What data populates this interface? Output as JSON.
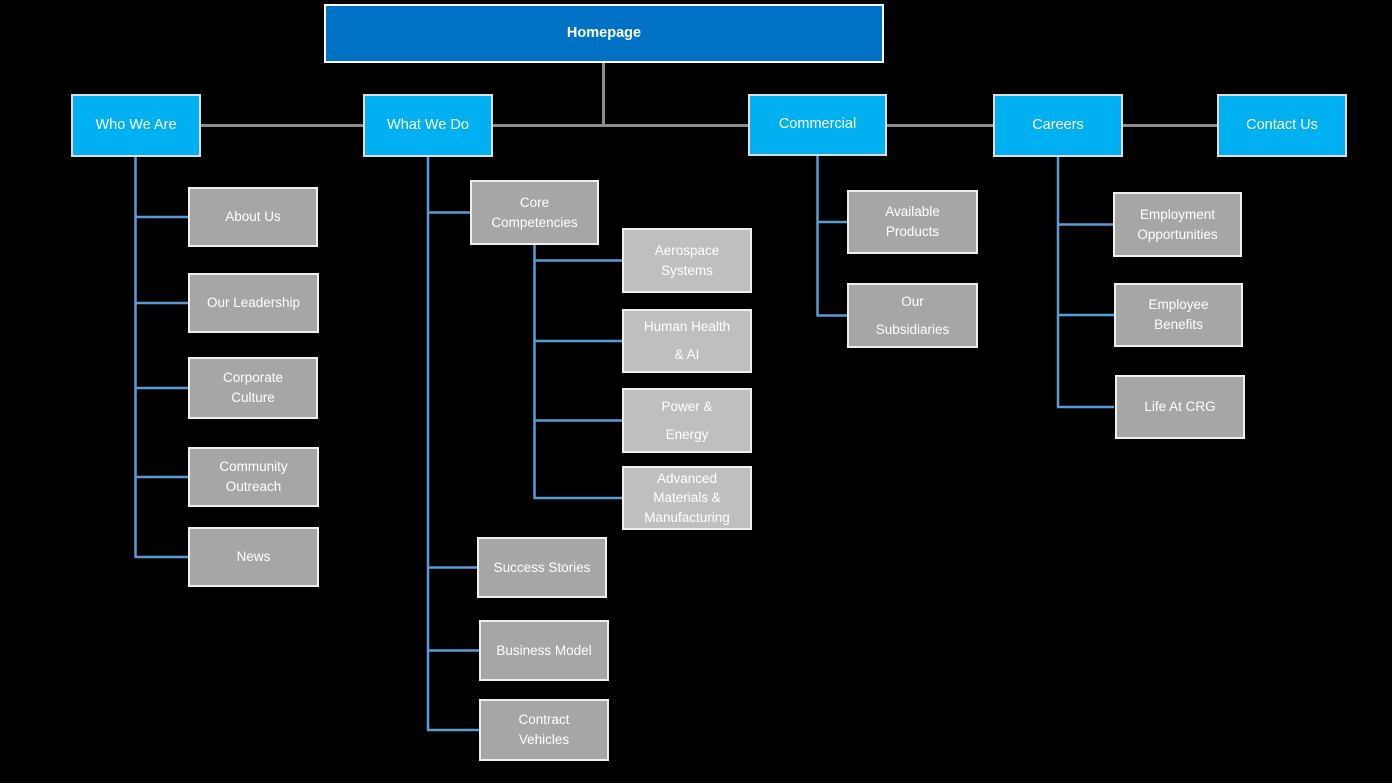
{
  "diagram": {
    "type": "sitemap-tree",
    "background": "#000000",
    "colors": {
      "root_fill": "#0072C6",
      "section_fill": "#00B0F0",
      "child_fill": "#A6A6A6",
      "grandchild_fill": "#BFBFBF",
      "connector_gray": "#8C8C8C",
      "connector_blue": "#5B9BD5",
      "border_light": "#EFEFEF",
      "text": "#FFFFFF"
    },
    "root": {
      "label": "Homepage"
    },
    "sections": [
      {
        "label": "Who We Are",
        "children": [
          {
            "label": "About Us"
          },
          {
            "label": "Our Leadership"
          },
          {
            "label": "Corporate\nCulture"
          },
          {
            "label": "Community\nOutreach"
          },
          {
            "label": "News"
          }
        ]
      },
      {
        "label": "What We Do",
        "children": [
          {
            "label": "Core\nCompetencies",
            "children": [
              {
                "label": "Aerospace\nSystems"
              },
              {
                "label": "Human Health\n& AI"
              },
              {
                "label": "Power &\nEnergy"
              },
              {
                "label": "Advanced\nMaterials &\nManufacturing"
              }
            ]
          },
          {
            "label": "Success Stories"
          },
          {
            "label": "Business Model"
          },
          {
            "label": "Contract\nVehicles"
          }
        ]
      },
      {
        "label": "Commercial",
        "children": [
          {
            "label": "Available\nProducts"
          },
          {
            "label": "Our\nSubsidiaries"
          }
        ]
      },
      {
        "label": "Careers",
        "children": [
          {
            "label": "Employment\nOpportunities"
          },
          {
            "label": "Employee\nBenefits"
          },
          {
            "label": "Life At CRG"
          }
        ]
      },
      {
        "label": "Contact Us",
        "children": []
      }
    ]
  }
}
